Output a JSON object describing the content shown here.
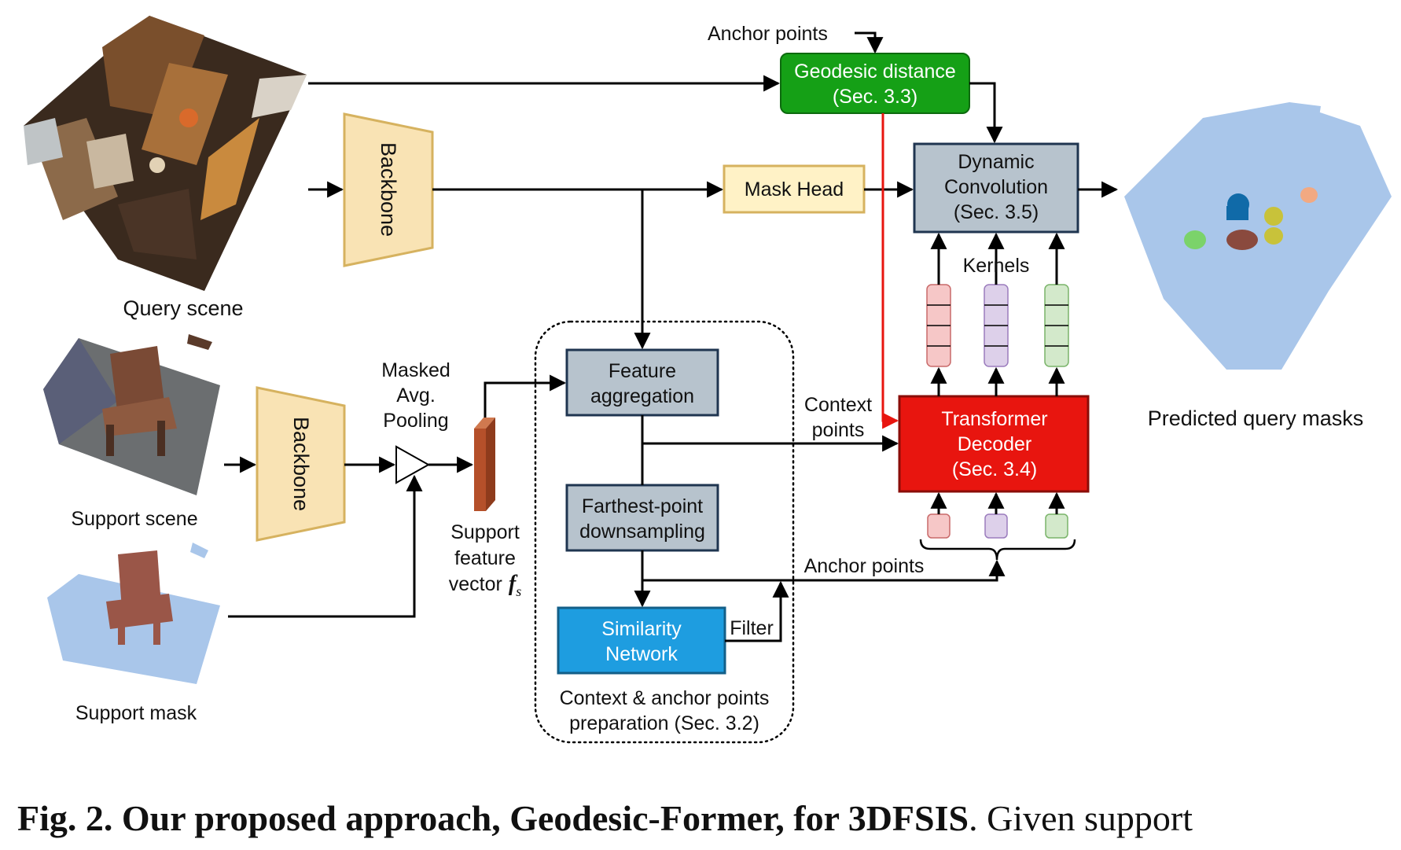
{
  "colors": {
    "geodesic_fill": "#15a016",
    "transformer_fill": "#e8150f",
    "similarity_fill": "#1e9de0",
    "gray_fill": "#b7c3cd",
    "yellow_fill": "#fff2c6",
    "backbone_fill": "#f9e3b4",
    "backbone_stroke": "#d6b25f",
    "red_arrow": "#e8150f",
    "support_bar": "#b5502a",
    "kernel_colors": [
      "#f6c7c7",
      "#ddd0ea",
      "#d3e9cb"
    ]
  },
  "nodes": {
    "geodesic_line1": "Geodesic distance",
    "geodesic_line2": "(Sec. 3.3)",
    "dynamic_line1": "Dynamic",
    "dynamic_line2": "Convolution",
    "dynamic_line3": "(Sec. 3.5)",
    "mask_head": "Mask Head",
    "backbone": "Backbone",
    "feature_line1": "Feature",
    "feature_line2": "aggregation",
    "farthest_line1": "Farthest-point",
    "farthest_line2": "downsampling",
    "similarity_line1": "Similarity",
    "similarity_line2": "Network",
    "transformer_line1": "Transformer",
    "transformer_line2": "Decoder",
    "transformer_line3": "(Sec. 3.4)"
  },
  "labels": {
    "anchor_points_top": "Anchor points",
    "anchor_points_bottom": "Anchor points",
    "query_scene": "Query scene",
    "support_scene": "Support scene",
    "support_mask": "Support mask",
    "masked_line1": "Masked",
    "masked_line2": "Avg.",
    "masked_line3": "Pooling",
    "support_vec_line1": "Support",
    "support_vec_line2": "feature",
    "support_vec_line3": "vector",
    "support_vec_symbol": "f",
    "support_vec_subscript": "s",
    "context_line1": "Context",
    "context_line2": "points",
    "kernels": "Kernels",
    "filter": "Filter",
    "prep_line1": "Context & anchor points",
    "prep_line2": "preparation (Sec. 3.2)",
    "predicted_masks": "Predicted query masks"
  },
  "caption": {
    "bold": "Fig. 2. Our proposed approach, Geodesic-Former, for 3DFSIS",
    "rest": ". Given support"
  }
}
